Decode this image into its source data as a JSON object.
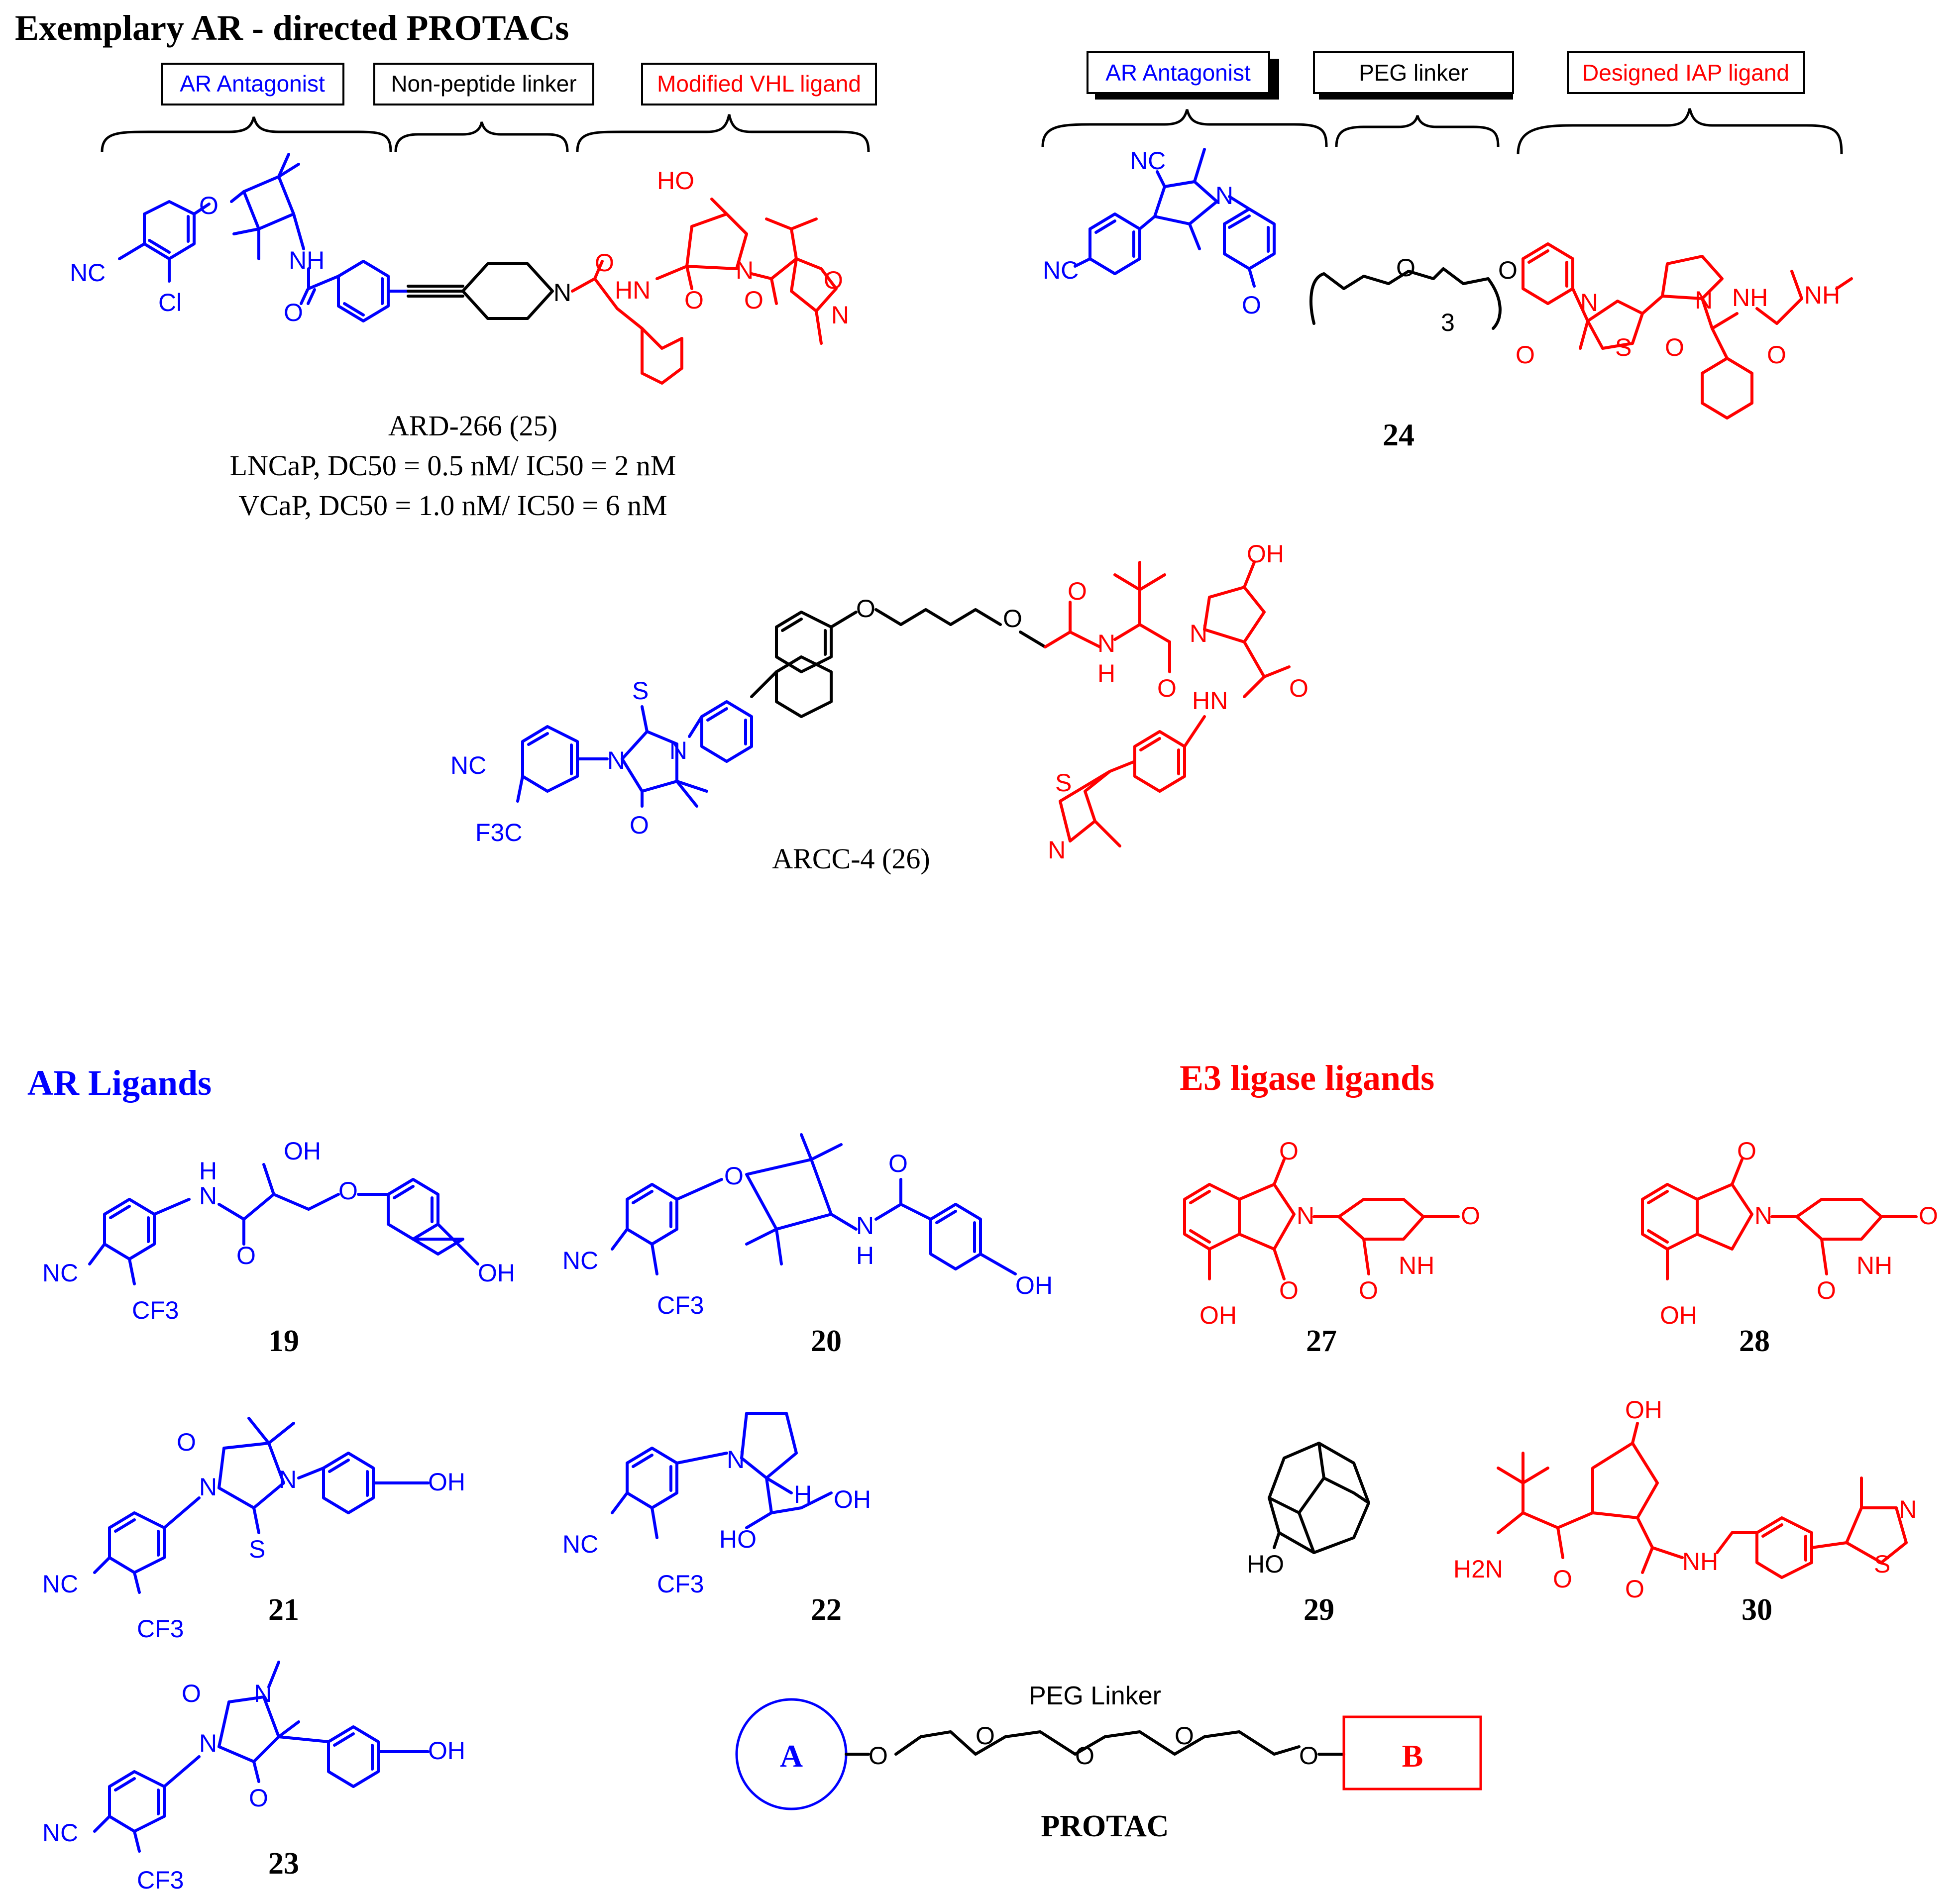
{
  "title": "Exemplary AR - directed PROTACs",
  "compound_25": {
    "tags": [
      "AR Antagonist",
      "Non-peptide linker",
      "Modified VHL ligand"
    ],
    "name": "ARD-266 (25)",
    "line1": "LNCaP, DC50 = 0.5 nM/ IC50 = 2 nM",
    "line2": "VCaP,  DC50 = 1.0 nM/ IC50 = 6 nM"
  },
  "compound_24": {
    "tags": [
      "AR Antagonist",
      "PEG linker",
      "Designed IAP ligand"
    ],
    "label": "24",
    "repeat": "3"
  },
  "compound_26": {
    "name": "ARCC-4 (26)"
  },
  "ar_section": {
    "heading": "AR Ligands",
    "labels": [
      "19",
      "20",
      "21",
      "22",
      "23"
    ]
  },
  "e3_section": {
    "heading": "E3 ligase ligands",
    "labels": [
      "27",
      "28",
      "29",
      "30"
    ]
  },
  "protac_scheme": {
    "linker": "PEG Linker",
    "a": "A",
    "b": "B",
    "caption": "PROTAC"
  },
  "atoms": {
    "nc": "NC",
    "cl": "Cl",
    "o": "O",
    "oh": "OH",
    "ho": "HO",
    "nh": "NH",
    "hn": "HN",
    "n": "N",
    "s": "S",
    "h": "H",
    "cf3": "CF3",
    "f3c": "F3C",
    "h2n": "H2N"
  },
  "colors": {
    "ar": "#0000ff",
    "e3": "#ff0000",
    "linker": "#000000"
  }
}
